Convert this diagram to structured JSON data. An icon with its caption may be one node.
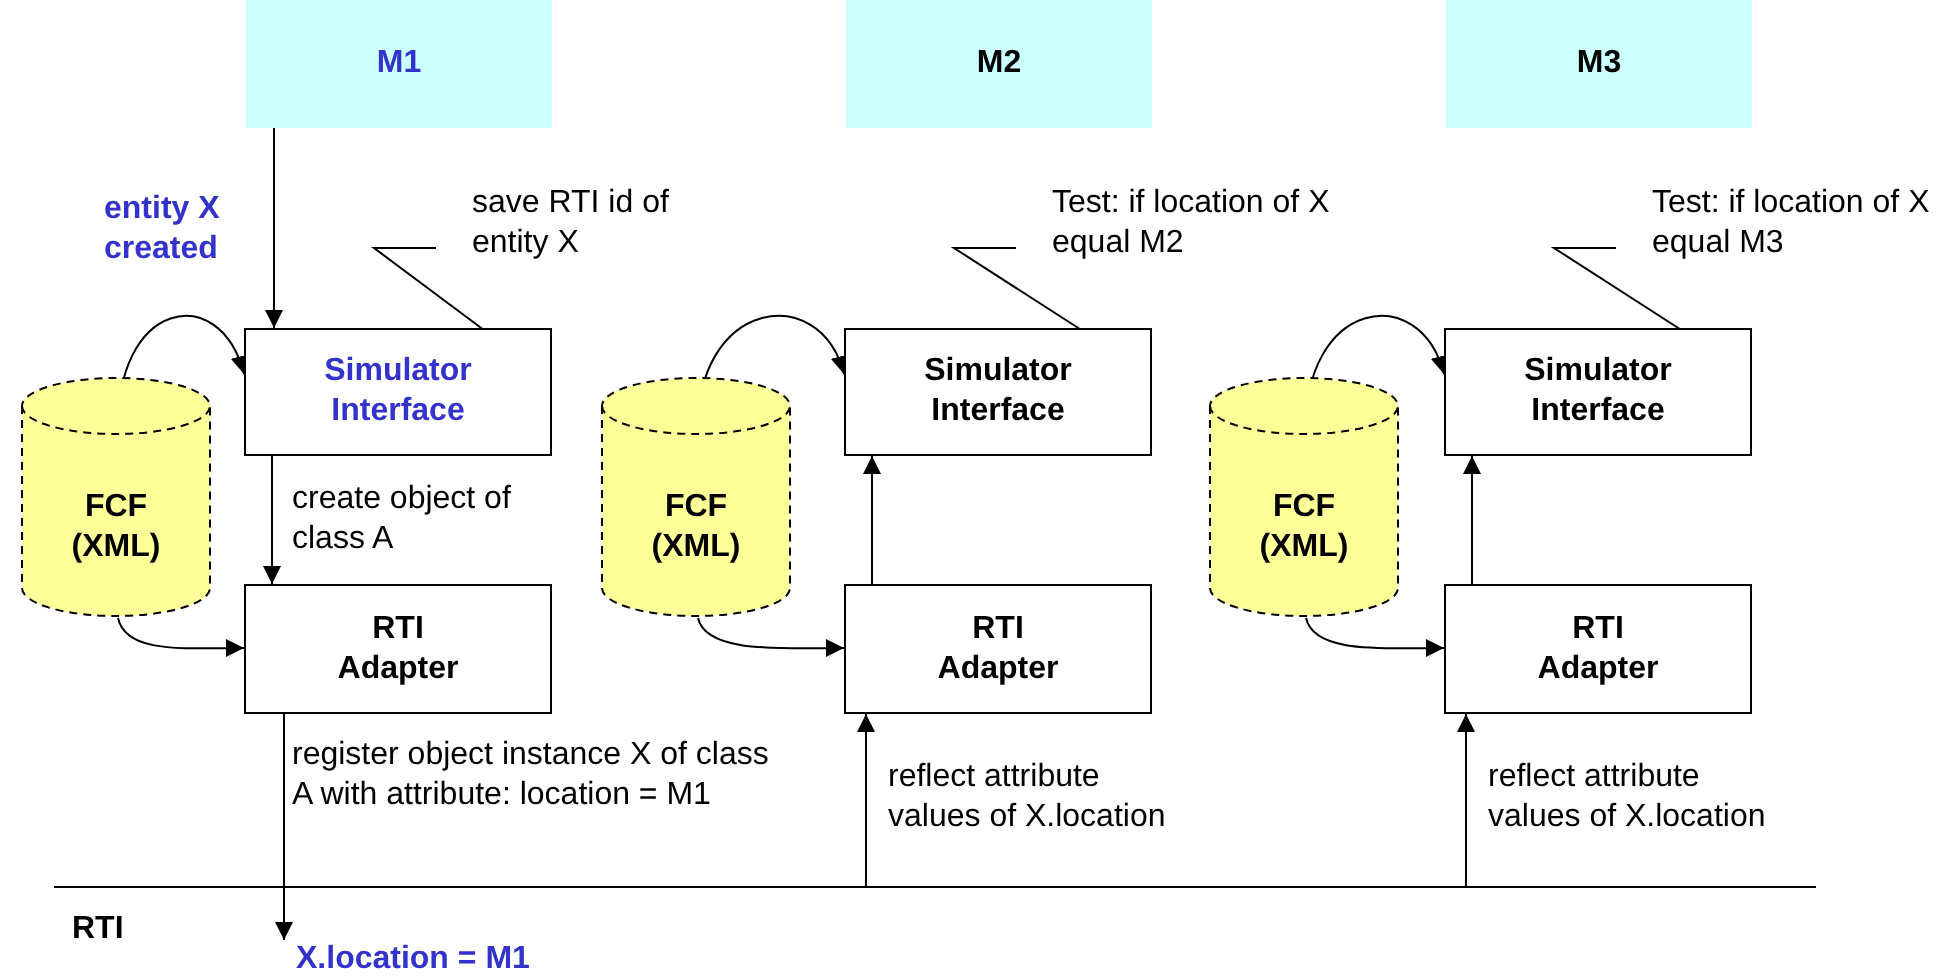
{
  "diagram": {
    "nodes": [
      {
        "text": [
          "M1"
        ]
      },
      {
        "text": [
          "M2"
        ]
      },
      {
        "text": [
          "M3"
        ]
      },
      {
        "text": [
          "Simulator Interface"
        ]
      },
      {
        "text": [
          "FCF (XML)"
        ]
      },
      {
        "text": [
          "RTI Adapter"
        ]
      },
      {
        "text": [
          "Simulator Interface"
        ]
      },
      {
        "text": [
          "FCF (XML)"
        ]
      },
      {
        "text": [
          "RTI Adapter"
        ]
      },
      {
        "text": [
          "Simulator Interface"
        ]
      },
      {
        "text": [
          "FCF (XML)"
        ]
      },
      {
        "text": [
          "RTI Adapter"
        ]
      },
      {
        "text": [
          "X.location = M1"
        ]
      },
      {
        "text": [
          "save RTI id of entity X"
        ]
      },
      {
        "text": [
          "Test: if location of X equal M2"
        ]
      },
      {
        "text": [
          "Test: if location of X equal M3"
        ]
      },
      {
        "text": [],
        "shape": "bar",
        "beside": [
          "RTI"
        ]
      }
    ],
    "edges": [
      {
        "from": 0,
        "to": 3,
        "arrow": "to",
        "label": "entity X created"
      },
      {
        "from": 4,
        "to": 3,
        "arrow": "to"
      },
      {
        "from": 3,
        "to": 5,
        "arrow": "to",
        "label": "create object of class A"
      },
      {
        "from": 4,
        "to": 5,
        "arrow": "to"
      },
      {
        "from": 5,
        "to": 12,
        "arrow": "to",
        "label": "register object instance X of class A with attribute: location = M1"
      },
      {
        "from": 13,
        "to": 3,
        "arrow": "other"
      },
      {
        "from": 7,
        "to": 6,
        "arrow": "to"
      },
      {
        "from": 7,
        "to": 8,
        "arrow": "to"
      },
      {
        "from": 8,
        "to": 6,
        "arrow": "to"
      },
      {
        "from": 16,
        "to": 8,
        "arrow": "to",
        "label": "reflect attribute values of X.location"
      },
      {
        "from": 14,
        "to": 6,
        "arrow": "other"
      },
      {
        "from": 10,
        "to": 9,
        "arrow": "to"
      },
      {
        "from": 10,
        "to": 11,
        "arrow": "to"
      },
      {
        "from": 11,
        "to": 9,
        "arrow": "to"
      },
      {
        "from": 16,
        "to": 11,
        "arrow": "to",
        "label": "reflect attribute values of X.location"
      },
      {
        "from": 15,
        "to": 9,
        "arrow": "other"
      }
    ]
  }
}
